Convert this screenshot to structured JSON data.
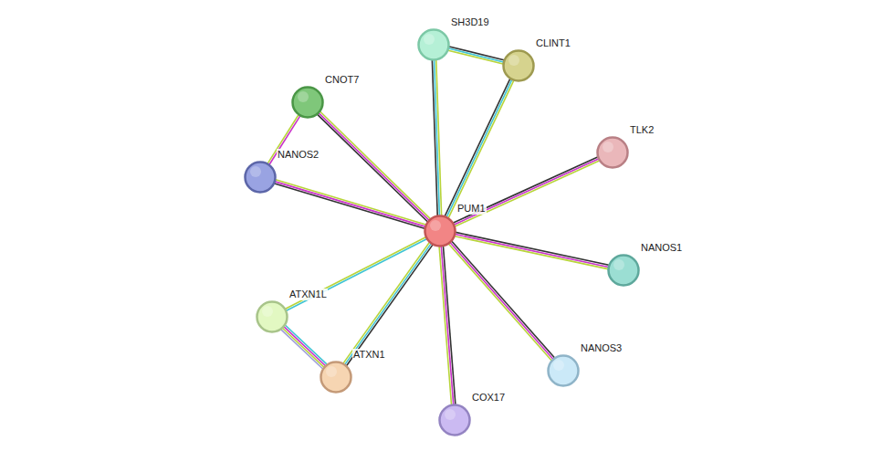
{
  "diagram": {
    "nodes": [
      {
        "text": [
          "SH3D19"
        ]
      },
      {
        "text": [
          "CLINT1"
        ]
      },
      {
        "text": [
          "CNOT7"
        ]
      },
      {
        "text": [
          "TLK2"
        ]
      },
      {
        "text": [
          "NANOS2"
        ]
      },
      {
        "text": [
          "PUM1"
        ]
      },
      {
        "text": [
          "NANOS1"
        ]
      },
      {
        "text": [
          "ATXN1L"
        ]
      },
      {
        "text": [
          "ATXN1"
        ]
      },
      {
        "text": [
          "NANOS3"
        ]
      },
      {
        "text": [
          "COX17"
        ]
      }
    ],
    "edges": [
      {
        "from": 5,
        "to": 0,
        "arrow": "none"
      },
      {
        "from": 5,
        "to": 1,
        "arrow": "none"
      },
      {
        "from": 0,
        "to": 1,
        "arrow": "none"
      },
      {
        "from": 5,
        "to": 2,
        "arrow": "none"
      },
      {
        "from": 2,
        "to": 4,
        "arrow": "none"
      },
      {
        "from": 5,
        "to": 4,
        "arrow": "none"
      },
      {
        "from": 5,
        "to": 3,
        "arrow": "none"
      },
      {
        "from": 5,
        "to": 6,
        "arrow": "none"
      },
      {
        "from": 5,
        "to": 9,
        "arrow": "none"
      },
      {
        "from": 5,
        "to": 10,
        "arrow": "none"
      },
      {
        "from": 5,
        "to": 8,
        "arrow": "none"
      },
      {
        "from": 5,
        "to": 7,
        "arrow": "none"
      },
      {
        "from": 7,
        "to": 8,
        "arrow": "none"
      }
    ]
  }
}
